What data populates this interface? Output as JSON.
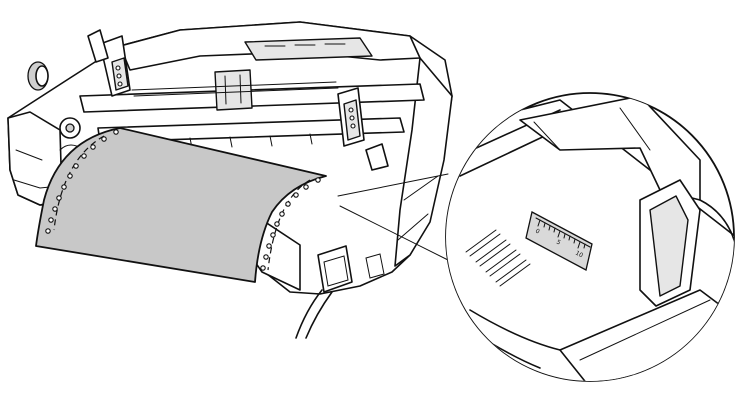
{
  "scale_window": {
    "tick_labels": [
      "0",
      "5",
      "10"
    ]
  },
  "colors": {
    "ink": "#111111",
    "paper": "#c8c8c8",
    "scale_window": "#d9d9d9",
    "background": "#ffffff"
  },
  "icons": [
    "printer-illustration",
    "continuous-paper",
    "paper-position-scale",
    "magnifier-circle"
  ]
}
